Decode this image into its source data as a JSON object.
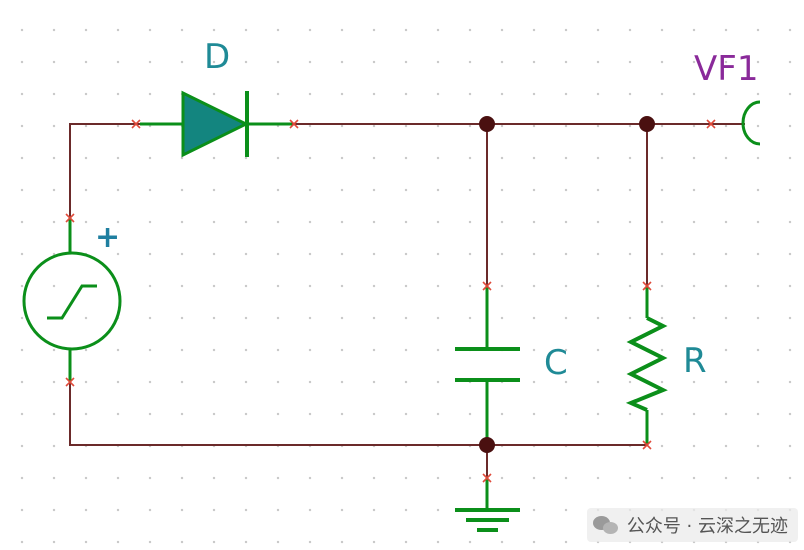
{
  "labels": {
    "diode": "D",
    "capacitor": "C",
    "resistor": "R",
    "probe": "VF1",
    "source_polarity": "+"
  },
  "colors": {
    "wire": "#6b2a2a",
    "component": "#0b8f1a",
    "diode_fill": "#13857f",
    "pin_marker": "#e04a3a",
    "label_teal": "#1f8a96",
    "label_purple": "#8a2a9a"
  },
  "watermark": {
    "icon": "wechat-icon",
    "text": "公众号 · 云深之无迹"
  }
}
